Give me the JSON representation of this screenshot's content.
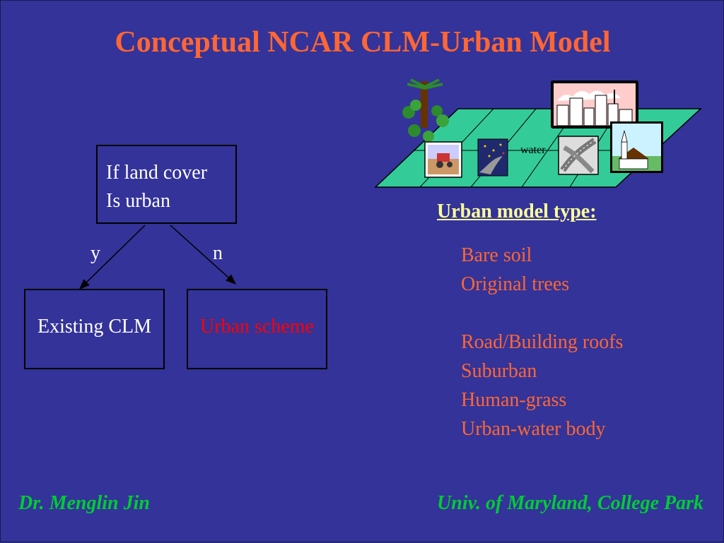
{
  "slide": {
    "title": "Conceptual NCAR CLM-Urban Model",
    "flow": {
      "condition_line1": "If land cover",
      "condition_line2": "Is urban",
      "yes_label": "y",
      "no_label": "n",
      "yes_box": "Existing CLM",
      "no_box": "Urban scheme"
    },
    "illustration": {
      "water_label": "water",
      "tiles": [
        "farm-tractor-icon",
        "river-icon",
        "highway-icon",
        "city-skyline-icon",
        "church-suburb-icon",
        "tree-icon"
      ]
    },
    "types_title": "Urban model type:",
    "types": [
      "Bare soil",
      "Original trees",
      "",
      "Road/Building roofs",
      "Suburban",
      "Human-grass",
      "Urban-water body"
    ],
    "footer_left": "Dr. Menglin Jin",
    "footer_right": "Univ. of Maryland, College Park"
  },
  "colors": {
    "background": "#333399",
    "title": "#ff6633",
    "types_title": "#ffff99",
    "types": "#ff6633",
    "urban_scheme": "#ff0000",
    "footer": "#00cc33",
    "land_plane": "#33cc99"
  }
}
